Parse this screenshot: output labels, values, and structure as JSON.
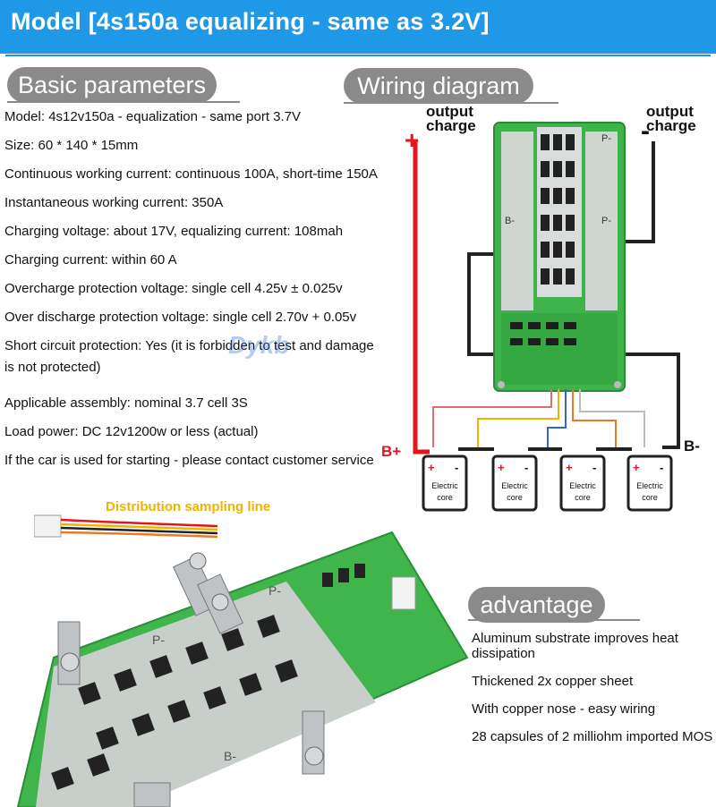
{
  "banner": {
    "title": "Model [4s150a equalizing - same as 3.2V]"
  },
  "sections": {
    "basic": "Basic parameters",
    "wiring": "Wiring diagram",
    "advantage": "advantage"
  },
  "params": [
    "Model: 4s12v150a - equalization - same port 3.7V",
    "Size: 60 * 140 * 15mm",
    "Continuous working current: continuous 100A, short-time 150A",
    "Instantaneous working current: 350A",
    "Charging voltage: about 17V, equalizing current: 108mah",
    "Charging current: within 60 A",
    "Overcharge protection voltage: single cell 4.25v ± 0.025v",
    "Over discharge protection voltage: single cell 2.70v + 0.05v",
    "Short circuit protection: Yes (it is forbidden to test and damage",
    "is not protected)",
    "Applicable assembly: nominal 3.7 cell 3S",
    "Load power: DC 12v1200w or less (actual)",
    "If the car is used for starting - please contact customer service"
  ],
  "diagram": {
    "output_left_1": "output",
    "output_left_2": "charge",
    "output_right_1": "output",
    "output_right_2": "charge",
    "plus": "+",
    "minus": "-",
    "b_plus": "B+",
    "b_minus": "B-",
    "board_b_minus": "B-",
    "board_p_minus_1": "P-",
    "board_p_minus_2": "P-",
    "cell_line1": "Electric",
    "cell_line2": "core",
    "cell_plus": "+",
    "cell_minus": "-"
  },
  "watermark": "Dykb",
  "distribution_label": "Distribution sampling line",
  "photo": {
    "pad_p1": "P-",
    "pad_p2": "P-",
    "pad_b": "B-"
  },
  "advantages": [
    "Aluminum substrate improves heat dissipation",
    "Thickened 2x copper sheet",
    "With copper nose - easy wiring",
    "28 capsules of 2 milliohm imported MOS"
  ],
  "colors": {
    "banner": "#1f98e8",
    "pill": "#8a8a8a",
    "pcb": "#3db34a",
    "accent_red": "#e3141b",
    "label_yellow": "#f0b400"
  }
}
